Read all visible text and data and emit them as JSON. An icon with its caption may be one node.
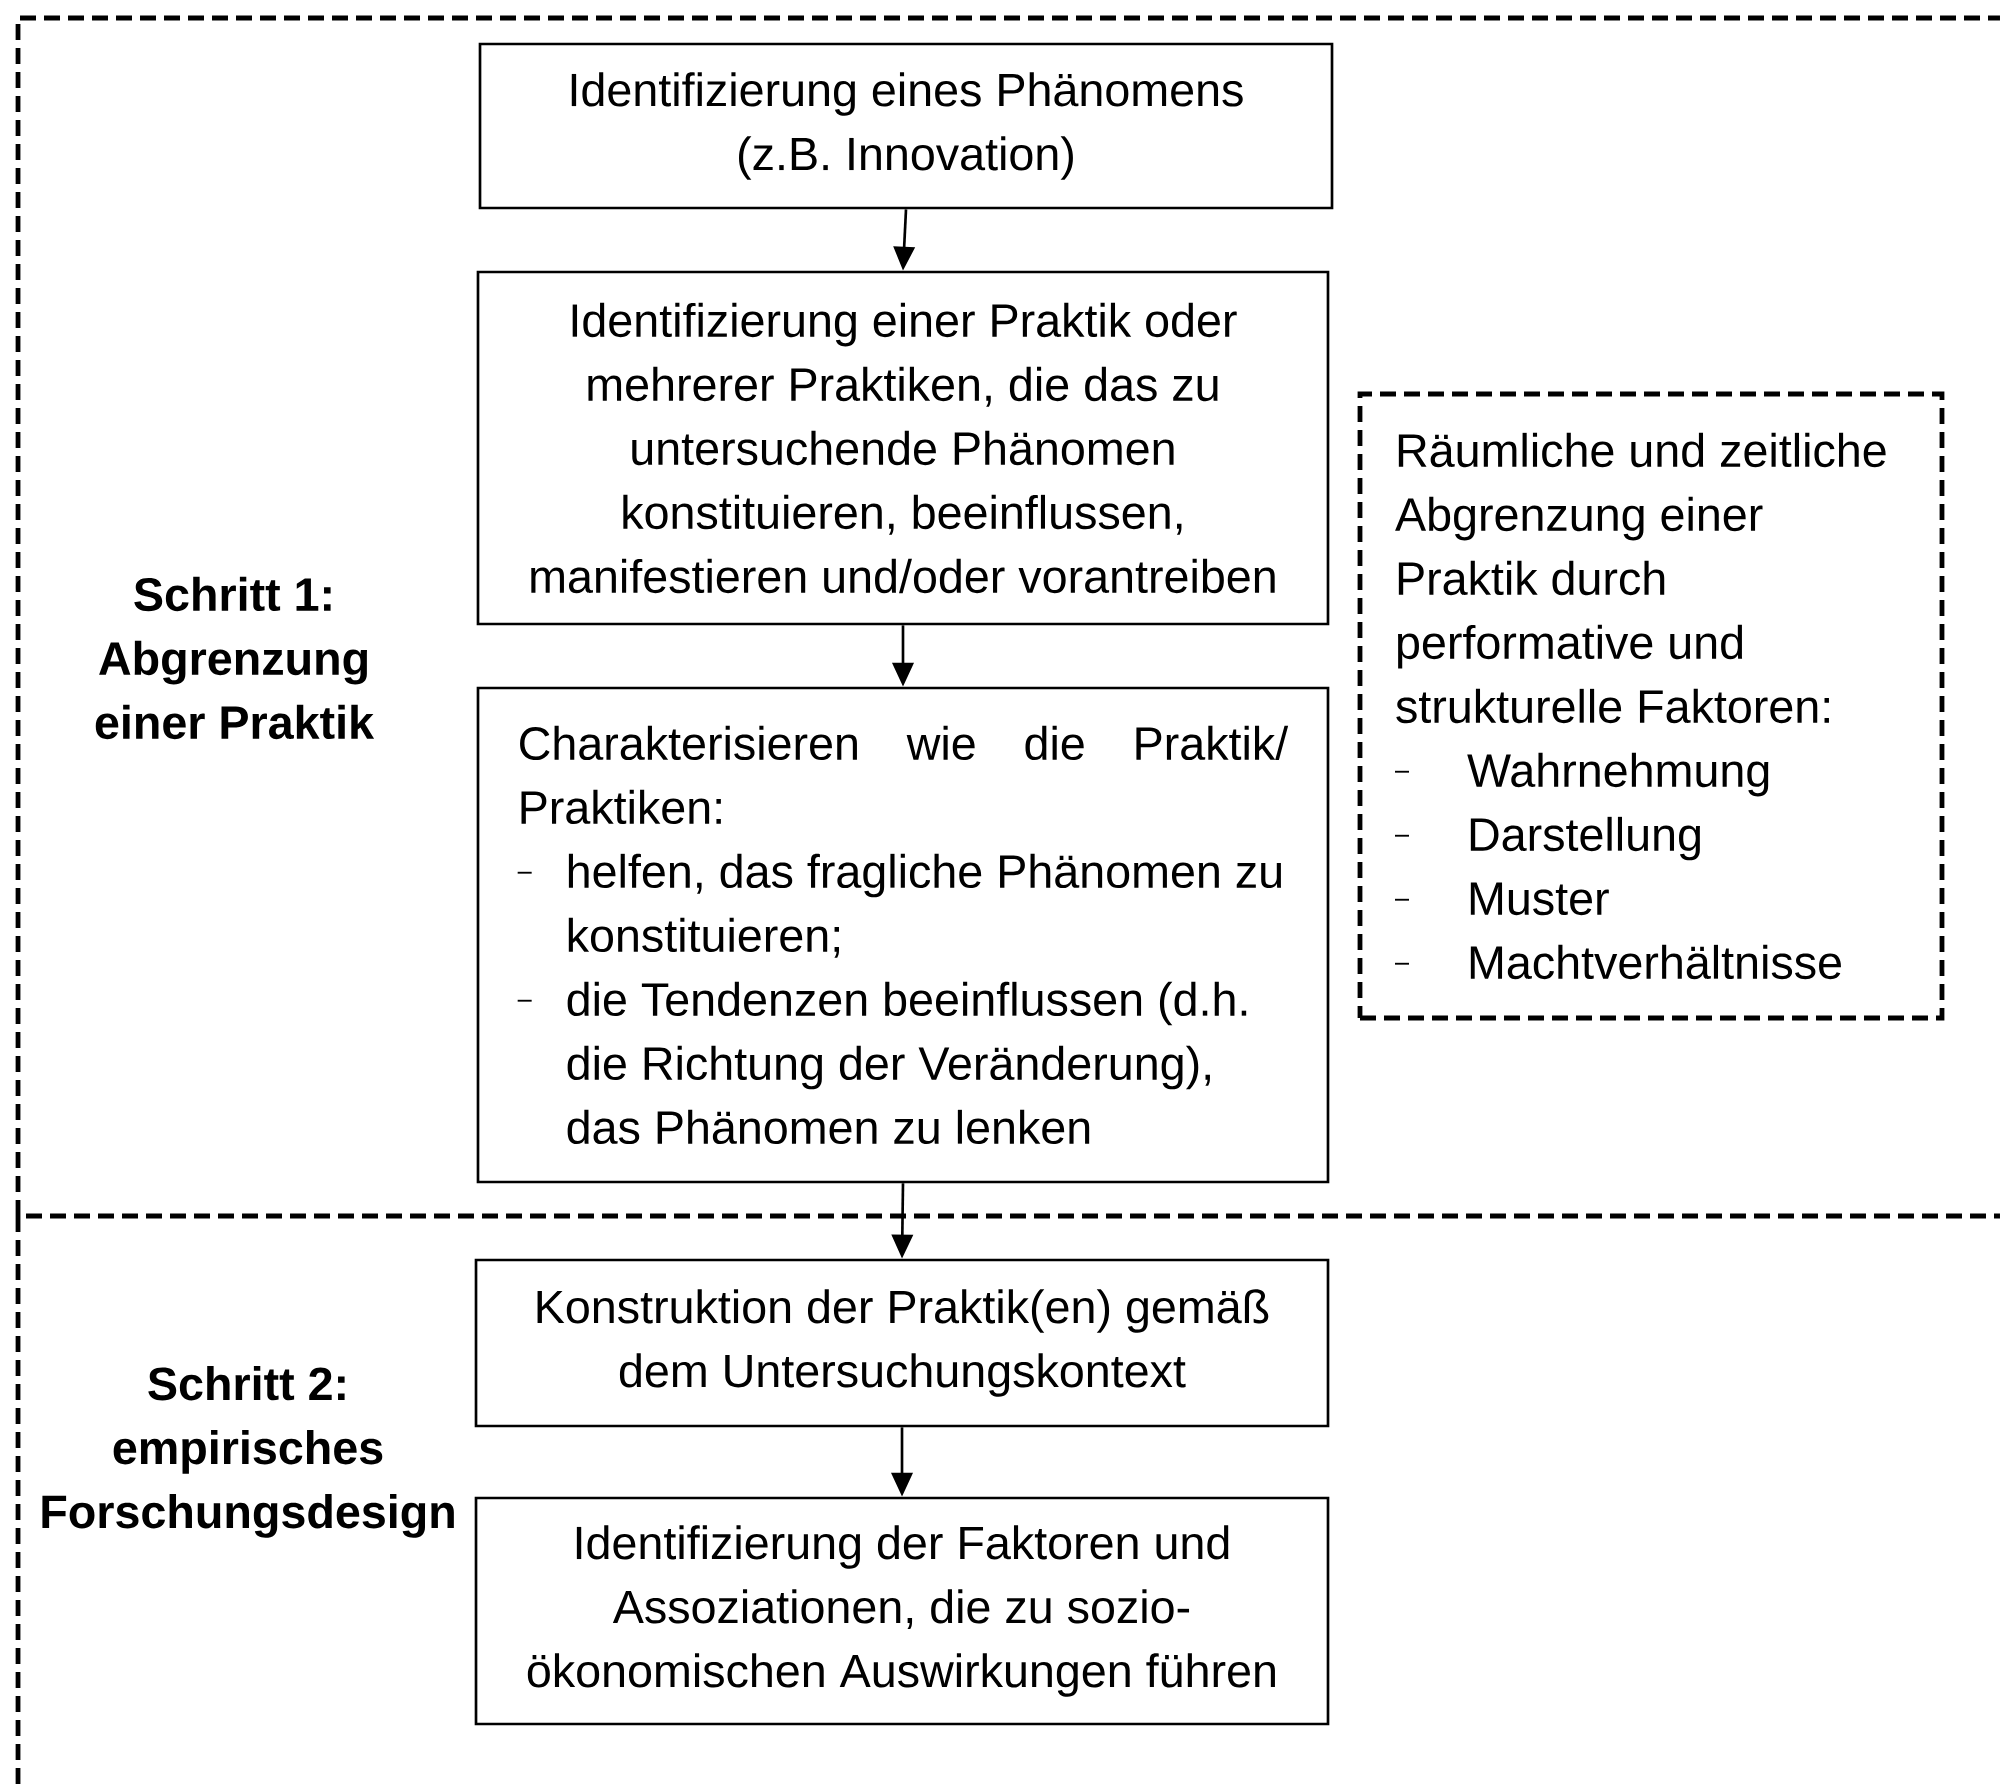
{
  "diagram": {
    "nodes": [
      {
        "text": [
          "Schritt 1: Abgrenzung einer Praktik"
        ]
      },
      {
        "text": [
          "Identifizierung eines Phänomens (z.B. Innovation)"
        ],
        "in": 0
      },
      {
        "text": [
          "Identifizierung einer Praktik oder mehrerer Praktiken, die das zu untersuchende Phänomen konstituieren, beeinflussen, manifestieren und/oder vorantreiben"
        ],
        "in": 0
      },
      {
        "text": [
          "Charakterisieren wie die Praktik/ Praktiken:",
          "helfen, das fragliche Phänomen zu konstituieren;",
          "die Tendenzen beeinflussen (d.h. die Richtung der Veränderung), das Phänomen zu lenken"
        ],
        "in": 0
      },
      {
        "text": [
          "Räumliche und zeitliche Abgrenzung einer Praktik durch performative und strukturelle Faktoren:",
          "Wahrnehmung",
          "Darstellung",
          "Muster",
          "Machtverhältnisse"
        ],
        "in": 0
      },
      {
        "text": [
          "Schritt 2: empirisches Forschungsdesign"
        ]
      },
      {
        "text": [
          "Konstruktion der Praktik(en) gemäß dem Untersuchungskontext"
        ],
        "in": 5
      },
      {
        "text": [
          "Identifizierung der Faktoren und Assoziationen, die zu sozio- ökonomischen Auswirkungen führen"
        ],
        "in": 5
      }
    ],
    "edges": [
      {
        "from": 1,
        "to": 2,
        "arrow": "to"
      },
      {
        "from": 2,
        "to": 3,
        "arrow": "to"
      },
      {
        "from": 3,
        "to": 6,
        "arrow": "to"
      },
      {
        "from": 6,
        "to": 7,
        "arrow": "to"
      }
    ]
  }
}
